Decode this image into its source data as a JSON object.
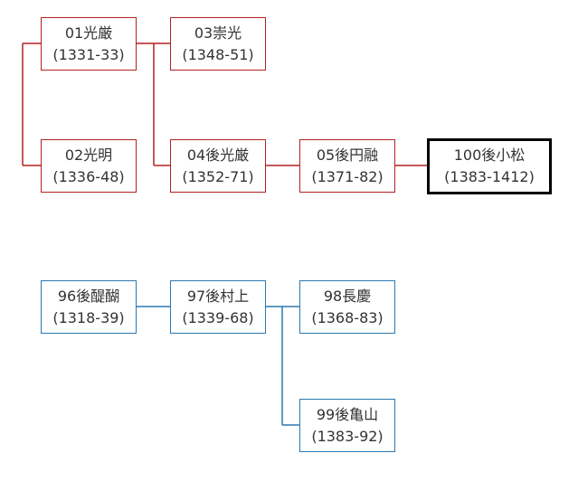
{
  "colors": {
    "northern_line": "#b22222",
    "southern_line": "#2a78b0",
    "current_border": "#000000",
    "text": "#333333"
  },
  "northern": [
    {
      "label": "01光厳",
      "years": "(1331-33)"
    },
    {
      "label": "02光明",
      "years": "(1336-48)"
    },
    {
      "label": "03崇光",
      "years": "(1348-51)"
    },
    {
      "label": "04後光厳",
      "years": "(1352-71)"
    },
    {
      "label": "05後円融",
      "years": "(1371-82)"
    }
  ],
  "current": {
    "label": "100後小松",
    "years": "(1383-1412)"
  },
  "southern": [
    {
      "label": "96後醍醐",
      "years": "(1318-39)"
    },
    {
      "label": "97後村上",
      "years": "(1339-68)"
    },
    {
      "label": "98長慶",
      "years": "(1368-83)"
    },
    {
      "label": "99後亀山",
      "years": "(1383-92)"
    }
  ]
}
